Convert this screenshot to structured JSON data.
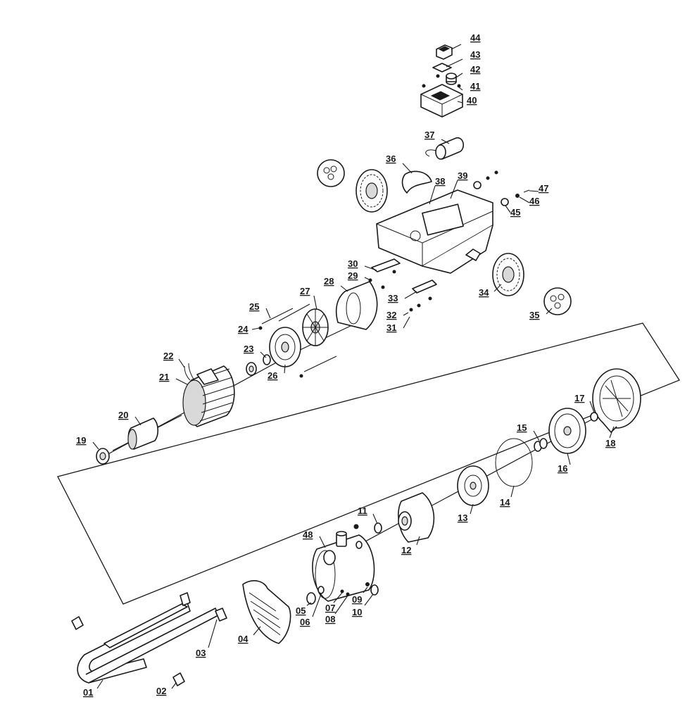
{
  "labels": {
    "p01": "01",
    "p02": "02",
    "p03": "03",
    "p04": "04",
    "p05": "05",
    "p06": "06",
    "p07": "07",
    "p08": "08",
    "p09": "09",
    "p10": "10",
    "p11": "11",
    "p12": "12",
    "p13": "13",
    "p14": "14",
    "p15": "15",
    "p16": "16",
    "p17": "17",
    "p18": "18",
    "p19": "19",
    "p20": "20",
    "p21": "21",
    "p22": "22",
    "p23": "23",
    "p24": "24",
    "p25": "25",
    "p26": "26",
    "p27": "27",
    "p28": "28",
    "p29": "29",
    "p30": "30",
    "p31": "31",
    "p32": "32",
    "p33": "33",
    "p34": "34",
    "p35": "35",
    "p36": "36",
    "p37": "37",
    "p38": "38",
    "p39": "39",
    "p40": "40",
    "p41": "41",
    "p42": "42",
    "p43": "43",
    "p44": "44",
    "p45": "45",
    "p46": "46",
    "p47": "47",
    "p48": "48"
  }
}
